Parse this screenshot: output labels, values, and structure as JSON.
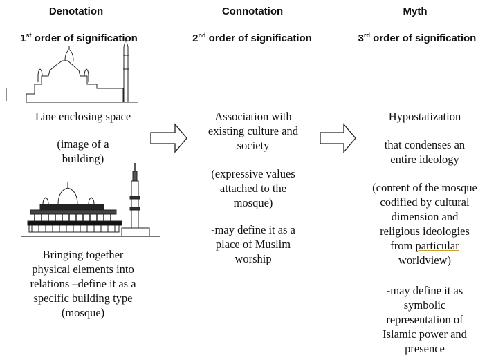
{
  "columns": [
    {
      "title": "Denotation",
      "order_num": "1",
      "order_sup": "st",
      "order_rest": " order of signification",
      "caption1": "Line enclosing space",
      "caption2": [
        "(image of a",
        "building)"
      ],
      "caption3": [
        "Bringing together",
        "physical elements into",
        "relations –define it as a",
        "specific building type",
        "(mosque)"
      ]
    },
    {
      "title": "Connotation",
      "order_num": "2",
      "order_sup": "nd",
      "order_rest": " order of signification",
      "block1": [
        "Association with",
        "existing culture and",
        "society"
      ],
      "block2": [
        "(expressive values",
        "attached to the",
        "mosque)"
      ],
      "block3": [
        "-may define it as a",
        "place of Muslim",
        "worship"
      ]
    },
    {
      "title": "Myth",
      "order_num": "3",
      "order_sup": "rd",
      "order_rest": " order of signification",
      "block1": [
        "Hypostatization"
      ],
      "block2": [
        "that condenses an",
        "entire ideology"
      ],
      "block3": [
        "(content of the mosque",
        "codified by cultural",
        "dimension and",
        "religious ideologies",
        "from ",
        "particular",
        "worldview",
        ")"
      ],
      "block4": [
        "-may define it as",
        "symbolic",
        "representation of",
        "Islamic power and",
        "presence"
      ]
    }
  ]
}
